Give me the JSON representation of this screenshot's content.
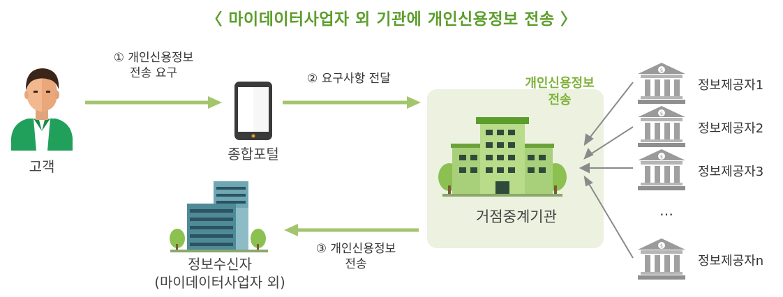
{
  "title": "〈 마이데이터사업자 외 기관에 개인신용정보 전송 〉",
  "customer": {
    "label": "고객"
  },
  "portal": {
    "label": "종합포털"
  },
  "hub": {
    "label": "거점중계기관",
    "transfer_note": [
      "개인신용정보",
      "전송"
    ]
  },
  "receiver": {
    "label_line1": "정보수신자",
    "label_line2": "(마이데이터사업자 외)"
  },
  "steps": {
    "step1": [
      "① 개인신용정보",
      "전송 요구"
    ],
    "step2": "② 요구사항 전달",
    "step3": [
      "③ 개인신용정보",
      "전송"
    ]
  },
  "providers": [
    {
      "label": "정보제공자1"
    },
    {
      "label": "정보제공자2"
    },
    {
      "label": "정보제공자3"
    },
    {
      "label": "정보제공자n"
    }
  ],
  "ellipsis": "…",
  "colors": {
    "accent_green": "#5c9e2c",
    "arrow_green": "#a3c56d",
    "arrow_gray": "#8a8a8a",
    "hub_bg": "#ecf1e0"
  }
}
